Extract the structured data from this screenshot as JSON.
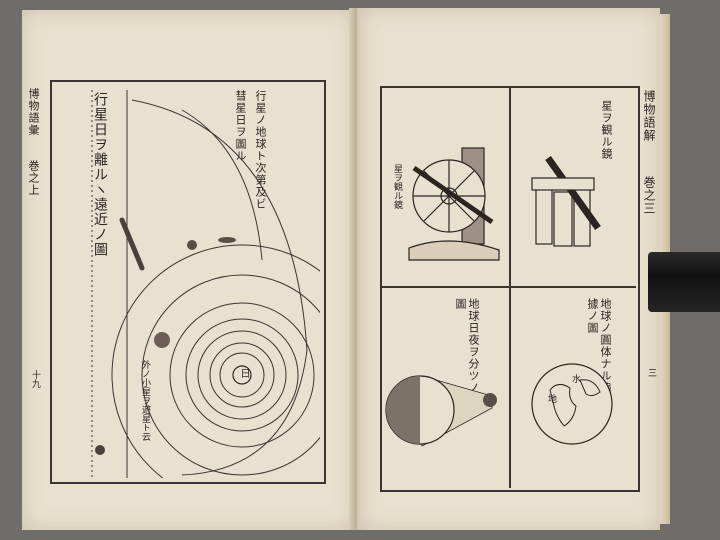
{
  "left_page": {
    "margin_title": "博物語彙",
    "margin_volume": "巻之上",
    "margin_page_no": "十九",
    "diagram_title": "行星日ヲ離ルヽ遠近ノ圖",
    "caption_lines": [
      "行星ノ地球ト次第及ビ",
      "彗星日ヲ圖ル"
    ],
    "label_outer_planets": "外ノ小星ヲ遊星ト云",
    "label_sun": "日"
  },
  "right_page": {
    "margin_title": "博物語解",
    "margin_volume": "巻之三",
    "margin_page_no": "三",
    "cell_telescope_caption": "星ヲ観ル鏡",
    "cell_telescope_inner_caption": "星ヲ観ル鏡",
    "cell_globe_caption": "地球ノ圓体ナル遍據ノ圖",
    "cell_daynight_caption": "地球日夜ヲ分ツノ圖",
    "globe_label_1": "水",
    "globe_label_2": "地"
  },
  "colors": {
    "paper": "#e9e1cf",
    "ink": "#2b2420",
    "background": "#6f6c6a"
  }
}
